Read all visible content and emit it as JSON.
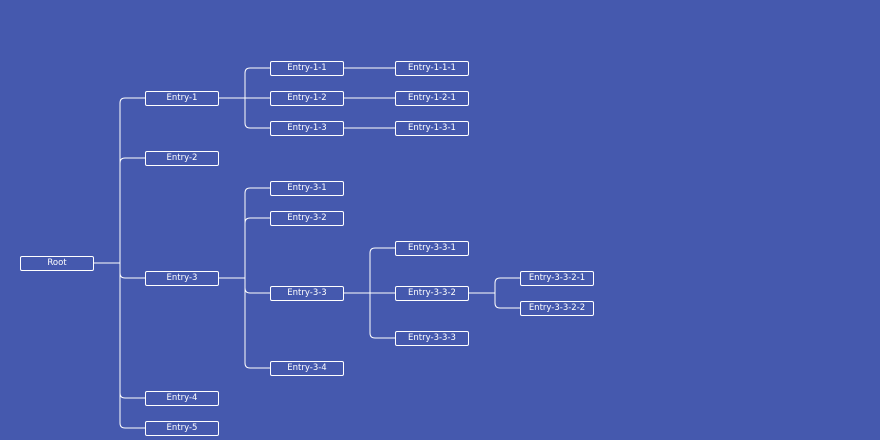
{
  "tree": {
    "id": "root",
    "label": "Root",
    "children": [
      {
        "id": "entry-1",
        "label": "Entry-1",
        "children": [
          {
            "id": "entry-1-1",
            "label": "Entry-1-1",
            "children": [
              {
                "id": "entry-1-1-1",
                "label": "Entry-1-1-1"
              }
            ]
          },
          {
            "id": "entry-1-2",
            "label": "Entry-1-2",
            "children": [
              {
                "id": "entry-1-2-1",
                "label": "Entry-1-2-1"
              }
            ]
          },
          {
            "id": "entry-1-3",
            "label": "Entry-1-3",
            "children": [
              {
                "id": "entry-1-3-1",
                "label": "Entry-1-3-1"
              }
            ]
          }
        ]
      },
      {
        "id": "entry-2",
        "label": "Entry-2"
      },
      {
        "id": "entry-3",
        "label": "Entry-3",
        "children": [
          {
            "id": "entry-3-1",
            "label": "Entry-3-1"
          },
          {
            "id": "entry-3-2",
            "label": "Entry-3-2"
          },
          {
            "id": "entry-3-3",
            "label": "Entry-3-3",
            "children": [
              {
                "id": "entry-3-3-1",
                "label": "Entry-3-3-1"
              },
              {
                "id": "entry-3-3-2",
                "label": "Entry-3-3-2",
                "children": [
                  {
                    "id": "entry-3-3-2-1",
                    "label": "Entry-3-3-2-1"
                  },
                  {
                    "id": "entry-3-3-2-2",
                    "label": "Entry-3-3-2-2"
                  }
                ]
              },
              {
                "id": "entry-3-3-3",
                "label": "Entry-3-3-3"
              }
            ]
          },
          {
            "id": "entry-3-4",
            "label": "Entry-3-4"
          }
        ]
      },
      {
        "id": "entry-4",
        "label": "Entry-4"
      },
      {
        "id": "entry-5",
        "label": "Entry-5"
      }
    ]
  },
  "colors": {
    "background": "#4559ae",
    "line": "#ffffff",
    "node_border": "#ffffff",
    "node_text": "#ffffff"
  }
}
